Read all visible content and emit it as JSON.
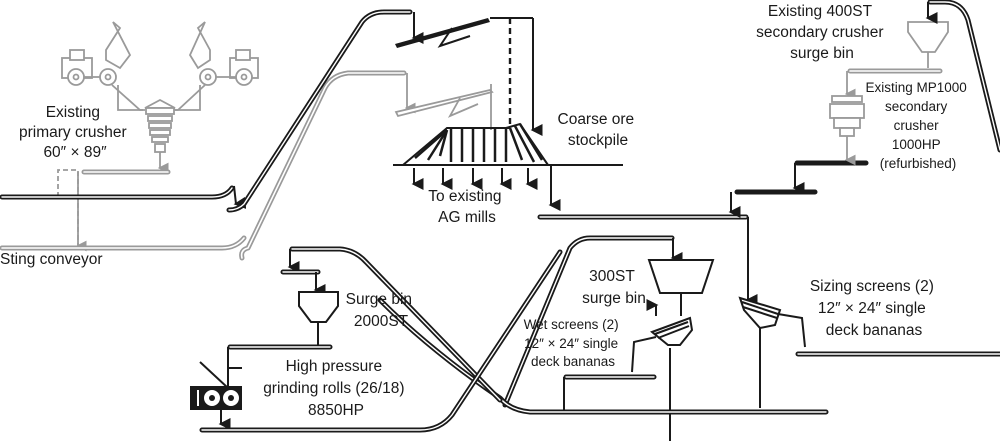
{
  "diagram": {
    "type": "process flow diagram",
    "labels": {
      "primary_crusher": [
        "Existing",
        "primary crusher",
        "60″ × 89″"
      ],
      "sting_conveyor": "Sting conveyor",
      "coarse_ore_stockpile": [
        "Coarse ore",
        "stockpile"
      ],
      "to_ag_mills": [
        "To existing",
        "AG mills"
      ],
      "secondary_surge_bin": [
        "Existing 400ST",
        "secondary crusher",
        "surge bin"
      ],
      "secondary_crusher": [
        "Existing MP1000",
        "secondary",
        "crusher",
        "1000HP",
        "(refurbished)"
      ],
      "surge_bin_2000": [
        "Surge bin",
        "2000ST"
      ],
      "hpgr": [
        "High pressure",
        "grinding rolls (26/18)",
        "8850HP"
      ],
      "surge_bin_300": [
        "300ST",
        "surge bin"
      ],
      "wet_screens": [
        "Wet screens (2)",
        "12″ × 24″ single",
        "deck bananas"
      ],
      "sizing_screens": [
        "Sizing screens (2)",
        "12″ × 24″ single",
        "deck bananas"
      ]
    },
    "legend_styles": {
      "existing": "#9a9a9a",
      "new": "#1a1a1a"
    }
  }
}
